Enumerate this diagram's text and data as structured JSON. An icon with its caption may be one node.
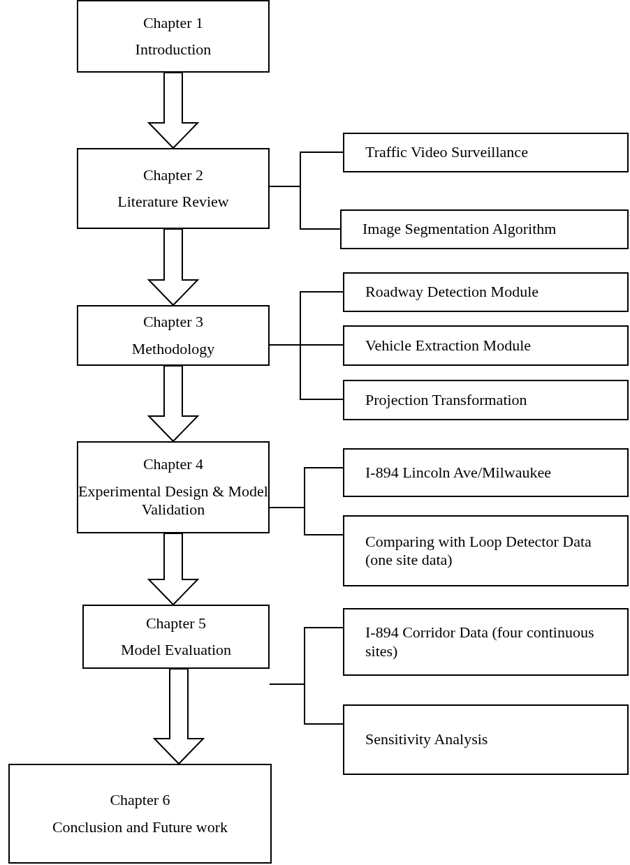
{
  "diagram": {
    "nodes": [
      {
        "text": [
          "Chapter 1",
          "Introduction"
        ]
      },
      {
        "text": [
          "Chapter 2",
          "Literature Review"
        ]
      },
      {
        "text": [
          "Traffic Video Surveillance"
        ]
      },
      {
        "text": [
          "Image Segmentation Algorithm"
        ]
      },
      {
        "text": [
          "Chapter 3",
          "Methodology"
        ]
      },
      {
        "text": [
          "Roadway Detection Module"
        ]
      },
      {
        "text": [
          "Vehicle Extraction Module"
        ]
      },
      {
        "text": [
          "Projection Transformation"
        ]
      },
      {
        "text": [
          "Chapter 4",
          "Experimental Design & Model Validation"
        ]
      },
      {
        "text": [
          "I-894 Lincoln Ave/Milwaukee"
        ]
      },
      {
        "text": [
          "Comparing with Loop Detector Data (one site data)"
        ]
      },
      {
        "text": [
          "Chapter 5",
          "Model Evaluation"
        ]
      },
      {
        "text": [
          "I-894 Corridor Data (four continuous sites)"
        ]
      },
      {
        "text": [
          "Sensitivity Analysis"
        ]
      },
      {
        "text": [
          "Chapter 6",
          "Conclusion and Future work"
        ]
      }
    ],
    "edges": [
      {
        "from": 0,
        "to": 1,
        "arrow": "to"
      },
      {
        "from": 1,
        "to": 2,
        "arrow": "none"
      },
      {
        "from": 1,
        "to": 3,
        "arrow": "none"
      },
      {
        "from": 1,
        "to": 4,
        "arrow": "to"
      },
      {
        "from": 4,
        "to": 5,
        "arrow": "none"
      },
      {
        "from": 4,
        "to": 6,
        "arrow": "none"
      },
      {
        "from": 4,
        "to": 7,
        "arrow": "none"
      },
      {
        "from": 4,
        "to": 8,
        "arrow": "to"
      },
      {
        "from": 8,
        "to": 9,
        "arrow": "none"
      },
      {
        "from": 8,
        "to": 10,
        "arrow": "none"
      },
      {
        "from": 8,
        "to": 11,
        "arrow": "to"
      },
      {
        "from": 11,
        "to": 12,
        "arrow": "none"
      },
      {
        "from": 11,
        "to": 13,
        "arrow": "none"
      },
      {
        "from": 11,
        "to": 14,
        "arrow": "to"
      }
    ]
  }
}
